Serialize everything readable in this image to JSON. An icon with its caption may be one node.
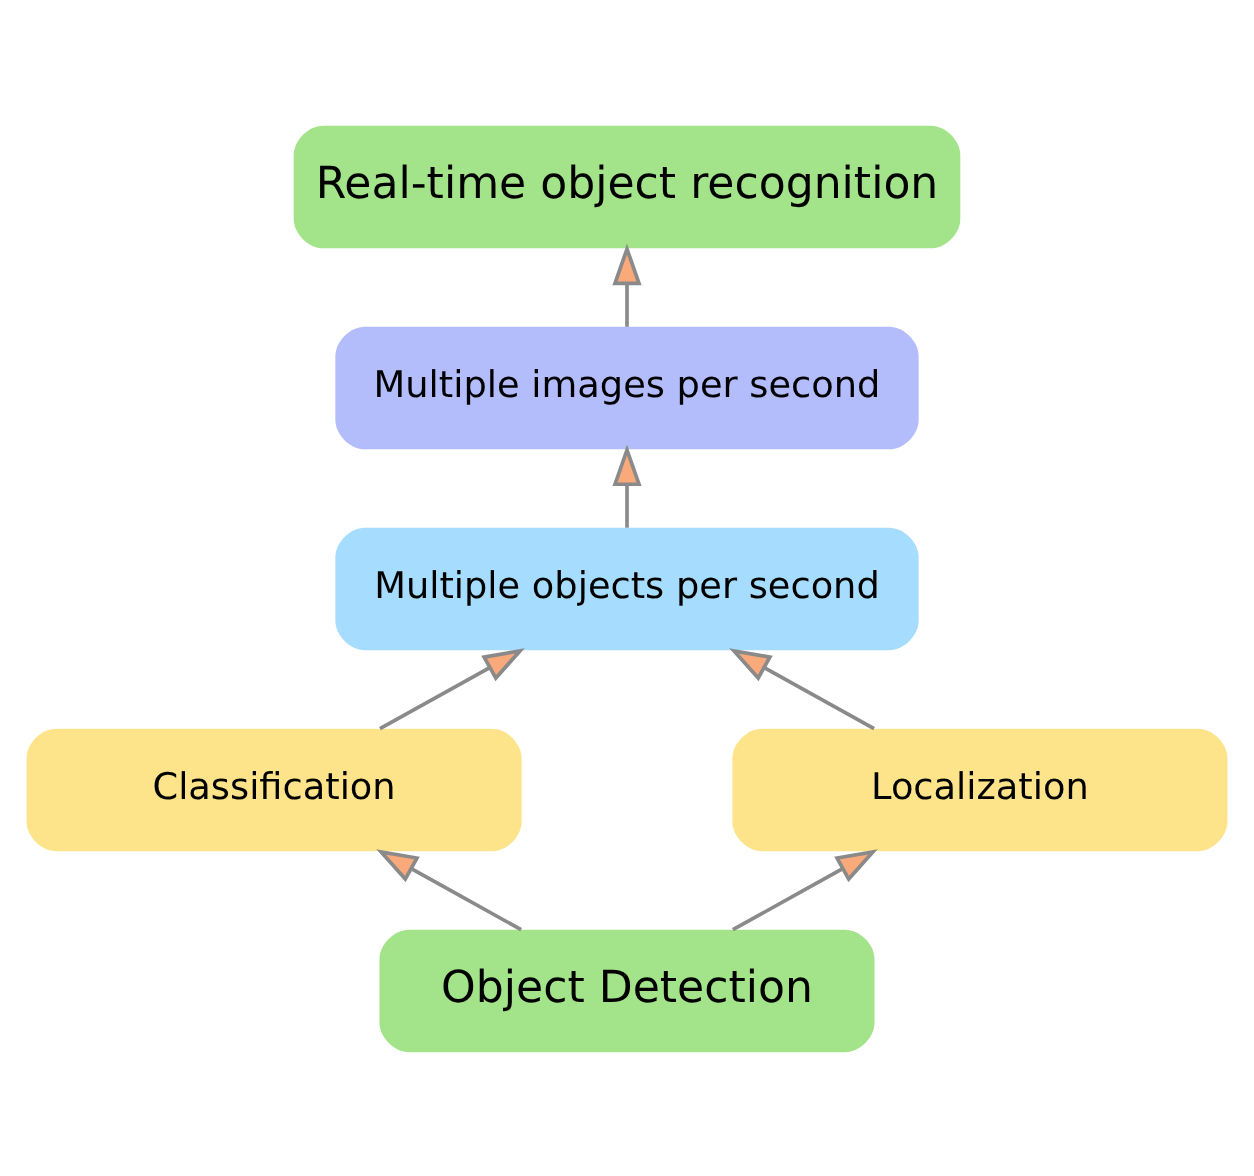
{
  "diagram": {
    "nodes": [
      {
        "text": [
          "Real-time object recognition"
        ]
      },
      {
        "text": [
          "Multiple images per second"
        ]
      },
      {
        "text": [
          "Multiple objects per second"
        ]
      },
      {
        "text": [
          "Classification"
        ]
      },
      {
        "text": [
          "Localization"
        ]
      },
      {
        "text": [
          "Object Detection"
        ]
      }
    ],
    "edges": [
      {
        "from": 1,
        "to": 0,
        "arrow": "to"
      },
      {
        "from": 2,
        "to": 1,
        "arrow": "to"
      },
      {
        "from": 3,
        "to": 2,
        "arrow": "to"
      },
      {
        "from": 4,
        "to": 2,
        "arrow": "to"
      },
      {
        "from": 5,
        "to": 3,
        "arrow": "to"
      },
      {
        "from": 5,
        "to": 4,
        "arrow": "to"
      }
    ]
  }
}
